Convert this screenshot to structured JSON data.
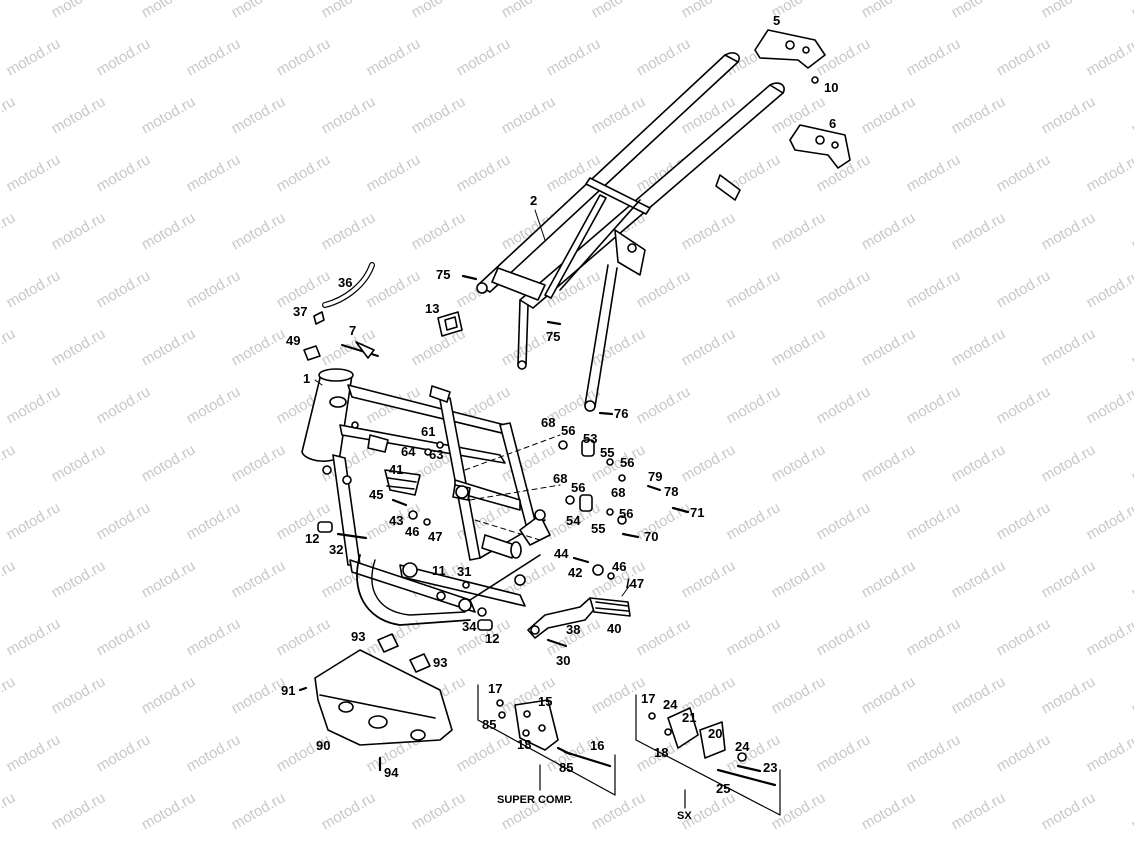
{
  "watermark": {
    "text": "motod.ru",
    "color": "#c8c8c8"
  },
  "line_color": "#000000",
  "groups": {
    "super_comp": "SUPER COMP.",
    "sx": "SX"
  },
  "callouts": {
    "p1": "1",
    "p2": "2",
    "p5": "5",
    "p6": "6",
    "p7": "7",
    "p10": "10",
    "p11": "11",
    "p12a": "12",
    "p12b": "12",
    "p13": "13",
    "p15": "15",
    "p16": "16",
    "p17a": "17",
    "p17b": "17",
    "p18a": "18",
    "p18b": "18",
    "p20": "20",
    "p21": "21",
    "p23": "23",
    "p24a": "24",
    "p24b": "24",
    "p25": "25",
    "p30": "30",
    "p31": "31",
    "p32": "32",
    "p34": "34",
    "p36": "36",
    "p37": "37",
    "p38": "38",
    "p40": "40",
    "p41": "41",
    "p42": "42",
    "p43": "43",
    "p44": "44",
    "p45": "45",
    "p46a": "46",
    "p46b": "46",
    "p47a": "47",
    "p47b": "/47",
    "p49": "49",
    "p53": "53",
    "p54": "54",
    "p55a": "55",
    "p55b": "55",
    "p56a": "56",
    "p56b": "56",
    "p56c": "56",
    "p56d": "56",
    "p61": "61",
    "p63": "63",
    "p64": "64",
    "p68a": "68",
    "p68b": "68",
    "p68c": "68",
    "p70": "70",
    "p71": "71",
    "p75a": "75",
    "p75b": "75",
    "p76": "76",
    "p78": "78",
    "p79": "79",
    "p85a": "85",
    "p85b": "85",
    "p90": "90",
    "p91": "91",
    "p93a": "93",
    "p93b": "93",
    "p94": "94"
  }
}
